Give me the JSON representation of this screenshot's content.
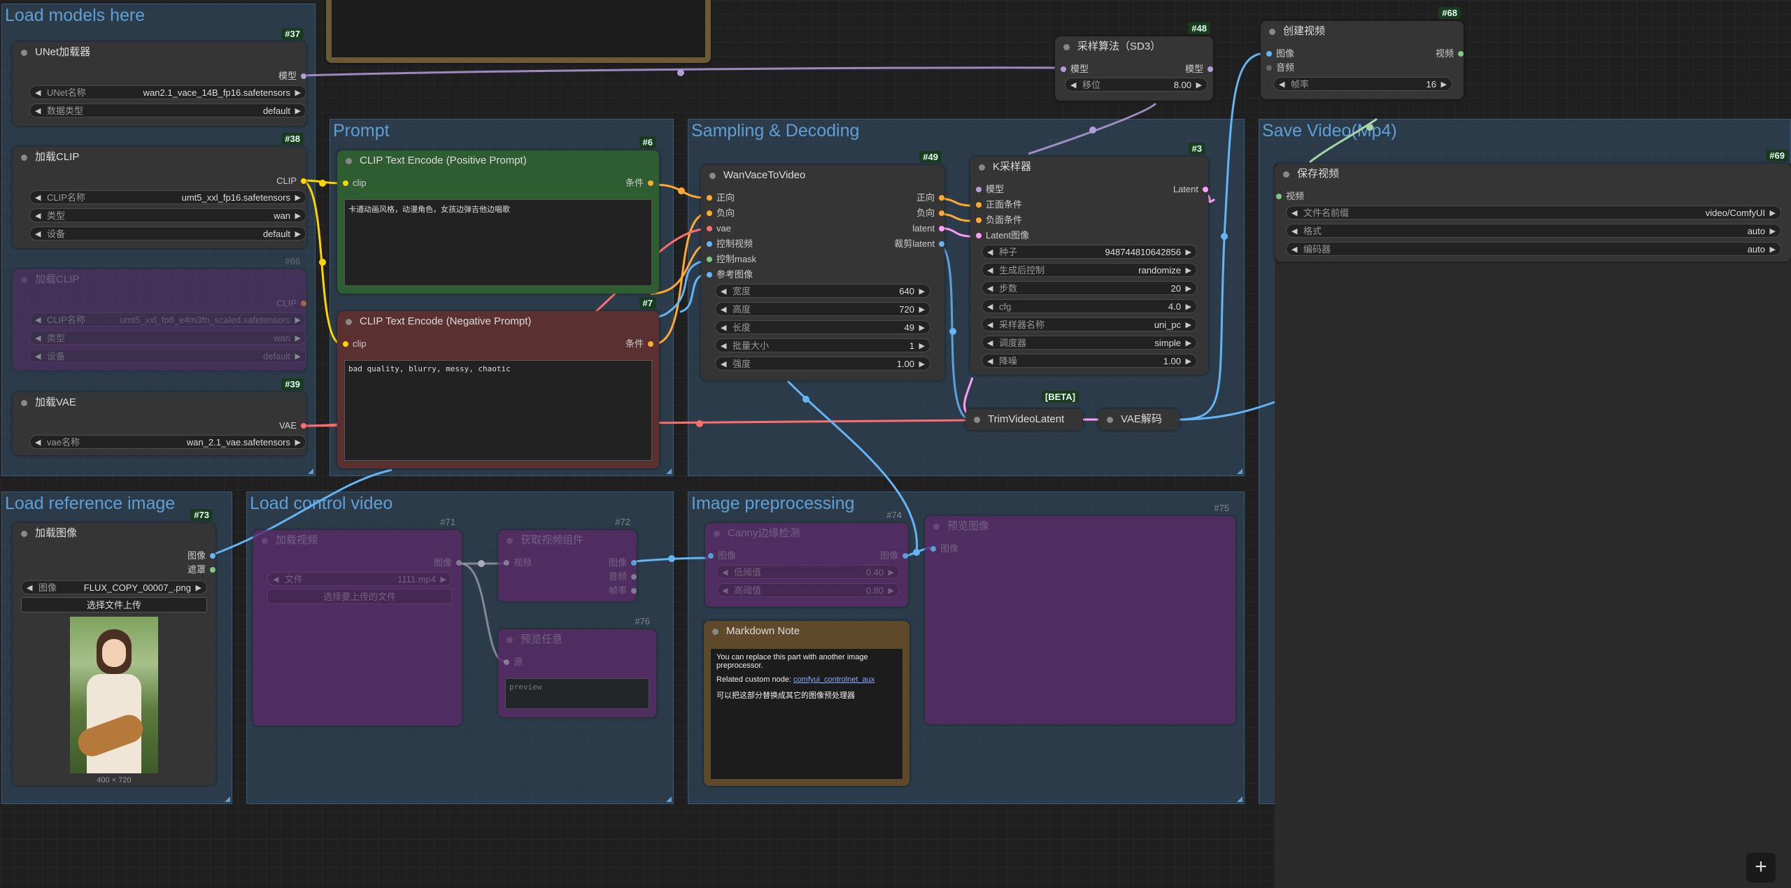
{
  "groups": {
    "load_models": "Load models here",
    "prompt": "Prompt",
    "sampling": "Sampling & Decoding",
    "save_video": "Save Video(Mp4)",
    "load_reference": "Load reference image",
    "load_control": "Load control video",
    "preprocess": "Image preprocessing"
  },
  "colors": {
    "model": "#b39ddb",
    "clip": "#ffd500",
    "vae": "#ff6e6e",
    "conditioning": "#ffa931",
    "latent": "#ff9cf9",
    "image": "#64b5f6",
    "mask": "#81c784"
  },
  "unet": {
    "id": "#37",
    "title": "UNet加载器",
    "out": "模型",
    "w1_label": "UNet名称",
    "w1_value": "wan2.1_vace_14B_fp16.safetensors",
    "w2_label": "数据类型",
    "w2_value": "default"
  },
  "clip_loader": {
    "id": "#38",
    "title": "加载CLIP",
    "out": "CLIP",
    "w1_label": "CLIP名称",
    "w1_value": "umt5_xxl_fp16.safetensors",
    "w2_label": "类型",
    "w2_value": "wan",
    "w3_label": "设备",
    "w3_value": "default"
  },
  "clip_loader2": {
    "id": "#66",
    "title": "加载CLIP",
    "out": "CLIP",
    "w1_label": "CLIP名称",
    "w1_value": "umt5_xxl_fp8_e4m3fn_scaled.safetensors",
    "w2_label": "类型",
    "w2_value": "wan",
    "w3_label": "设备",
    "w3_value": "default"
  },
  "vae_loader": {
    "id": "#39",
    "title": "加载VAE",
    "out": "VAE",
    "w1_label": "vae名称",
    "w1_value": "wan_2.1_vae.safetensors"
  },
  "pos_prompt": {
    "id": "#6",
    "title": "CLIP Text Encode (Positive Prompt)",
    "in": "clip",
    "out": "条件",
    "text": "卡通动画风格，动漫角色，女孩边弹吉他边唱歌"
  },
  "neg_prompt": {
    "id": "#7",
    "title": "CLIP Text Encode (Negative Prompt)",
    "in": "clip",
    "out": "条件",
    "text": "bad quality, blurry, messy, chaotic"
  },
  "wan_vace": {
    "id": "#49",
    "title": "WanVaceToVideo",
    "inputs": [
      "正向",
      "负向",
      "vae",
      "控制视频",
      "控制mask",
      "参考图像"
    ],
    "outputs": [
      "正向",
      "负向",
      "latent",
      "裁剪latent"
    ],
    "widgets": [
      {
        "label": "宽度",
        "value": "640"
      },
      {
        "label": "高度",
        "value": "720"
      },
      {
        "label": "长度",
        "value": "49"
      },
      {
        "label": "批量大小",
        "value": "1"
      },
      {
        "label": "强度",
        "value": "1.00"
      }
    ]
  },
  "ksampler": {
    "id": "#3",
    "title": "K采样器",
    "inputs": [
      "模型",
      "正面条件",
      "负面条件",
      "Latent图像"
    ],
    "out": "Latent",
    "widgets": [
      {
        "label": "种子",
        "value": "948744810642856"
      },
      {
        "label": "生成后控制",
        "value": "randomize"
      },
      {
        "label": "步数",
        "value": "20"
      },
      {
        "label": "cfg",
        "value": "4.0"
      },
      {
        "label": "采样器名称",
        "value": "uni_pc"
      },
      {
        "label": "调度器",
        "value": "simple"
      },
      {
        "label": "降噪",
        "value": "1.00"
      }
    ]
  },
  "sampling_algo": {
    "id": "#48",
    "title": "采样算法（SD3）",
    "in": "模型",
    "out": "模型",
    "w_label": "移位",
    "w_value": "8.00"
  },
  "create_video": {
    "id": "#68",
    "title": "创建视频",
    "in1": "图像",
    "in2": "音频",
    "out": "视频",
    "w_label": "帧率",
    "w_value": "16"
  },
  "save_video": {
    "id": "#69",
    "title": "保存视频",
    "in": "视频",
    "widgets": [
      {
        "label": "文件名前缀",
        "value": "video/ComfyUI"
      },
      {
        "label": "格式",
        "value": "auto"
      },
      {
        "label": "编码器",
        "value": "auto"
      }
    ]
  },
  "trim": {
    "title": "TrimVideoLatent",
    "beta": "[BETA]"
  },
  "vae_decode": {
    "title": "VAE解码"
  },
  "load_image": {
    "id": "#73",
    "title": "加载图像",
    "out1": "图像",
    "out2": "遮罩",
    "w_label": "图像",
    "w_value": "FLUX_COPY_00007_.png",
    "upload": "选择文件上传",
    "size": "400 × 720"
  },
  "load_video": {
    "id": "#71",
    "title": "加载视频",
    "out": "图像",
    "w_label": "文件",
    "w_value": "1111.mp4",
    "upload": "选择要上传的文件"
  },
  "get_frames": {
    "id": "#72",
    "title": "获取视频组件",
    "in": "视频",
    "outs": [
      "图像",
      "音频",
      "帧率"
    ]
  },
  "preview_any": {
    "id": "#76",
    "title": "预览任意",
    "in": "源",
    "text": "preview"
  },
  "canny": {
    "id": "#74",
    "title": "Canny边缘检测",
    "in": "图像",
    "out": "图像",
    "widgets": [
      {
        "label": "低阈值",
        "value": "0.40"
      },
      {
        "label": "高阈值",
        "value": "0.80"
      }
    ]
  },
  "preview_image": {
    "id": "#75",
    "title": "预览图像",
    "in": "图像"
  },
  "markdown": {
    "title": "Markdown Note",
    "line1": "You can replace this part with another image preprocessor.",
    "line2": "Related custom node:",
    "link": "comfyui_controlnet_aux",
    "line3": "可以把这部分替换成其它的图像预处理器"
  },
  "fab": "+"
}
